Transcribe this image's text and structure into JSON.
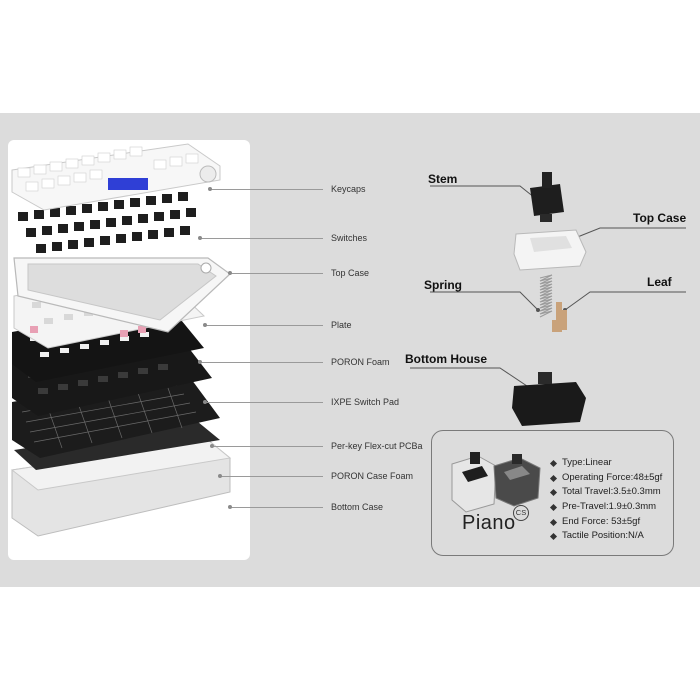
{
  "keyboard_layers": [
    {
      "label": "Keycaps"
    },
    {
      "label": "Switches"
    },
    {
      "label": "Top Case"
    },
    {
      "label": "Plate"
    },
    {
      "label": "PORON Foam"
    },
    {
      "label": "IXPE Switch Pad"
    },
    {
      "label": "Per-key Flex-cut PCBa"
    },
    {
      "label": "PORON Case Foam"
    },
    {
      "label": "Bottom Case"
    }
  ],
  "switch_parts": {
    "stem": "Stem",
    "top_case": "Top Case",
    "spring": "Spring",
    "leaf": "Leaf",
    "bottom_house": "Bottom House"
  },
  "product": {
    "name": "Piano",
    "badge": "CS"
  },
  "specs": [
    "Type:Linear",
    "Operating Force:48±5gf",
    "Total Travel:3.5±0.3mm",
    "Pre-Travel:1.9±0.3mm",
    "End Force: 53±5gf",
    "Tactile Position:N/A"
  ],
  "colors": {
    "banner_bg": "#dcdcdc",
    "accent_keycap": "#2f3fd6",
    "pcb": "#1c1c1c",
    "plate_pink": "#e8a0b4"
  }
}
